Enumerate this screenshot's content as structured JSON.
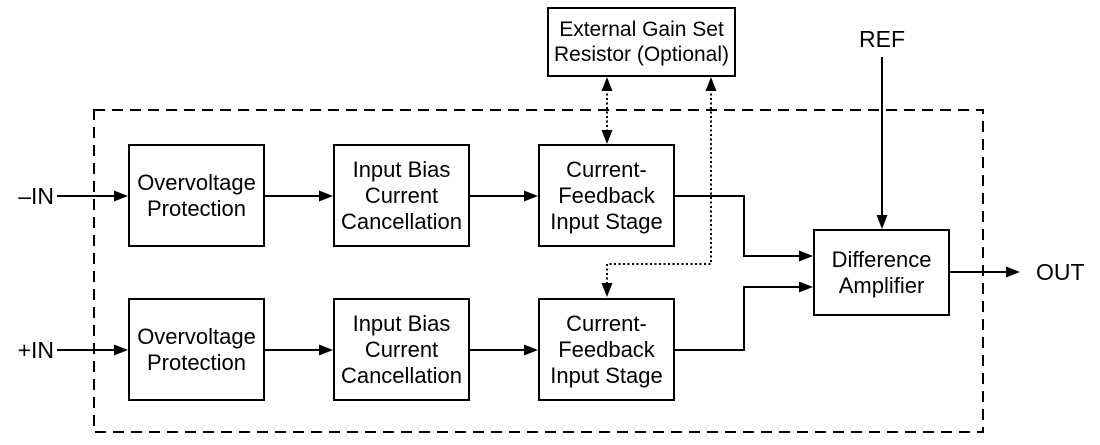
{
  "diagram": {
    "type": "block-diagram",
    "colors": {
      "line": "#000000",
      "background": "#ffffff"
    },
    "io_labels": {
      "neg_in": "–IN",
      "pos_in": "+IN",
      "ref": "REF",
      "out": "OUT"
    },
    "blocks": {
      "external_gain": "External Gain Set Resistor (Optional)",
      "overvoltage_top": "Overvoltage Protection",
      "input_bias_top": "Input Bias Current Cancellation",
      "current_feedback_top": "Current-Feedback Input Stage",
      "overvoltage_bottom": "Overvoltage Protection",
      "input_bias_bottom": "Input Bias Current Cancellation",
      "current_feedback_bottom": "Current-Feedback Input Stage",
      "difference_amplifier": "Difference Amplifier"
    }
  }
}
